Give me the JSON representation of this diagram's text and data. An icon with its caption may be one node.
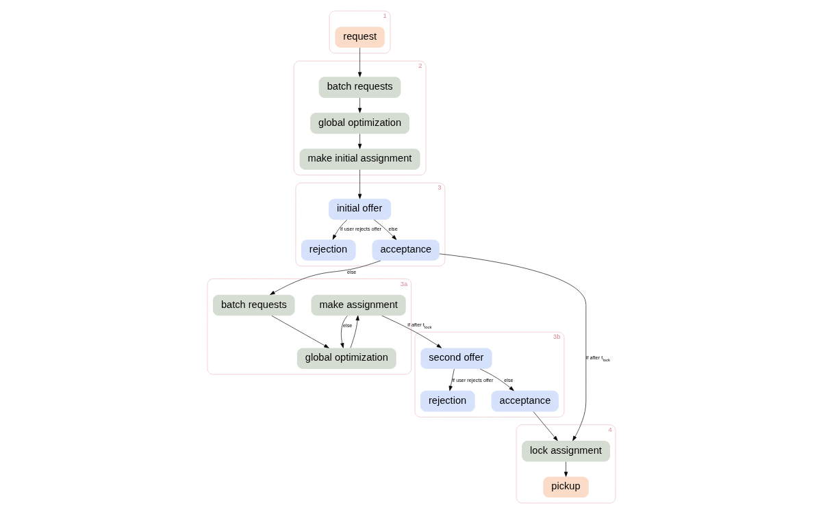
{
  "diagram": {
    "nodes": [
      {
        "text": [
          "1"
        ]
      },
      {
        "text": [
          "request"
        ],
        "in": 0
      },
      {
        "text": [
          "2"
        ]
      },
      {
        "text": [
          "batch requests"
        ],
        "in": 2
      },
      {
        "text": [
          "global optimization"
        ],
        "in": 2
      },
      {
        "text": [
          "make initial assignment"
        ],
        "in": 2
      },
      {
        "text": [
          "3"
        ]
      },
      {
        "text": [
          "rejection"
        ],
        "in": 6
      },
      {
        "text": [
          "initial offer"
        ],
        "in": 6
      },
      {
        "text": [
          "acceptance"
        ],
        "in": 6
      },
      {
        "text": [
          "3b"
        ]
      },
      {
        "text": [
          "rejection"
        ],
        "in": 10
      },
      {
        "text": [
          "second offer"
        ],
        "in": 10
      },
      {
        "text": [
          "acceptance"
        ],
        "in": 10
      },
      {
        "text": [
          "3a"
        ]
      },
      {
        "text": [
          "make assignment"
        ],
        "in": 14
      },
      {
        "text": [
          "global optimization"
        ],
        "in": 14
      },
      {
        "text": [
          "batch requests"
        ],
        "in": 14
      },
      {
        "text": [
          "4"
        ]
      },
      {
        "text": [
          "lock assignment"
        ],
        "in": 18
      },
      {
        "text": [
          "pickup"
        ],
        "in": 18
      }
    ],
    "edges": [
      {
        "from": 1,
        "to": 3,
        "arrow": "to"
      },
      {
        "from": 3,
        "to": 4,
        "arrow": "to"
      },
      {
        "from": 4,
        "to": 5,
        "arrow": "to"
      },
      {
        "from": 5,
        "to": 8,
        "arrow": "to"
      },
      {
        "from": 8,
        "to": 7,
        "arrow": "to",
        "label": "if user rejects offer"
      },
      {
        "from": 8,
        "to": 9,
        "arrow": "to",
        "label": "else"
      },
      {
        "from": 9,
        "to": 19,
        "arrow": "to",
        "label": "if after t$_{lock}$"
      },
      {
        "from": 9,
        "to": 17,
        "arrow": "to",
        "label": "else"
      },
      {
        "from": 17,
        "to": 16,
        "arrow": "to"
      },
      {
        "from": 16,
        "to": 15,
        "arrow": "to"
      },
      {
        "from": 15,
        "to": 16,
        "arrow": "to",
        "label": "else"
      },
      {
        "from": 15,
        "to": 12,
        "arrow": "to",
        "label": "if after t$_{lock}$"
      },
      {
        "from": 12,
        "to": 11,
        "arrow": "to",
        "label": "if user rejects offer"
      },
      {
        "from": 12,
        "to": 13,
        "arrow": "to",
        "label": "else"
      },
      {
        "from": 13,
        "to": 19,
        "arrow": "to"
      },
      {
        "from": 19,
        "to": 20,
        "arrow": "to"
      }
    ]
  }
}
